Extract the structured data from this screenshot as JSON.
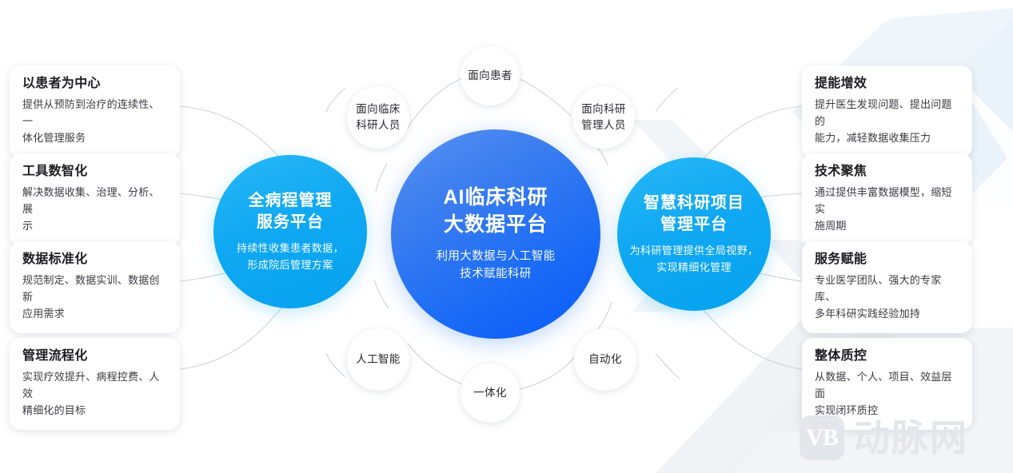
{
  "center": {
    "title_line1": "AI临床科研",
    "title_line2": "大数据平台",
    "desc_line1": "利用大数据与人工智能",
    "desc_line2": "技术赋能科研",
    "color": "#1a6bf5"
  },
  "left_circle": {
    "title_line1": "全病程管理",
    "title_line2": "服务平台",
    "desc_line1": "持续性收集患者数据，",
    "desc_line2": "形成院后管理方案",
    "color": "#0ea8f2"
  },
  "right_circle": {
    "title_line1": "智慧科研项目",
    "title_line2": "管理平台",
    "desc_line1": "为科研管理提供全局视野，",
    "desc_line2": "实现精细化管理",
    "color": "#0ea8f2"
  },
  "bubbles": [
    {
      "id": "patient",
      "label": "面向患者"
    },
    {
      "id": "clinical-staff",
      "label_line1": "面向临床",
      "label_line2": "科研人员"
    },
    {
      "id": "research-admin",
      "label_line1": "面向科研",
      "label_line2": "管理人员"
    },
    {
      "id": "ai",
      "label": "人工智能"
    },
    {
      "id": "integration",
      "label": "一体化"
    },
    {
      "id": "automation",
      "label": "自动化"
    }
  ],
  "left_cards": [
    {
      "title": "以患者为中心",
      "desc_line1": "提供从预防到治疗的连续性、一",
      "desc_line2": "体化管理服务"
    },
    {
      "title": "工具数智化",
      "desc_line1": "解决数据收集、治理、分析、展",
      "desc_line2": "示"
    },
    {
      "title": "数据标准化",
      "desc_line1": "规范制定、数据实训、数据创新",
      "desc_line2": "应用需求"
    },
    {
      "title": "管理流程化",
      "desc_line1": "实现疗效提升、病程控费、人效",
      "desc_line2": "精细化的目标"
    }
  ],
  "right_cards": [
    {
      "title": "提能增效",
      "desc_line1": "提升医生发现问题、提出问题的",
      "desc_line2": "能力，减轻数据收集压力"
    },
    {
      "title": "技术聚焦",
      "desc_line1": "通过提供丰富数据模型，缩短实",
      "desc_line2": "施周期"
    },
    {
      "title": "服务赋能",
      "desc_line1": "专业医学团队、强大的专家库、",
      "desc_line2": "多年科研实践经验加持"
    },
    {
      "title": "整体质控",
      "desc_line1": "从数据、个人、项目、效益层面",
      "desc_line2": "实现闭环质控"
    }
  ],
  "watermark": {
    "badge": "VB",
    "text": "动脉网"
  }
}
